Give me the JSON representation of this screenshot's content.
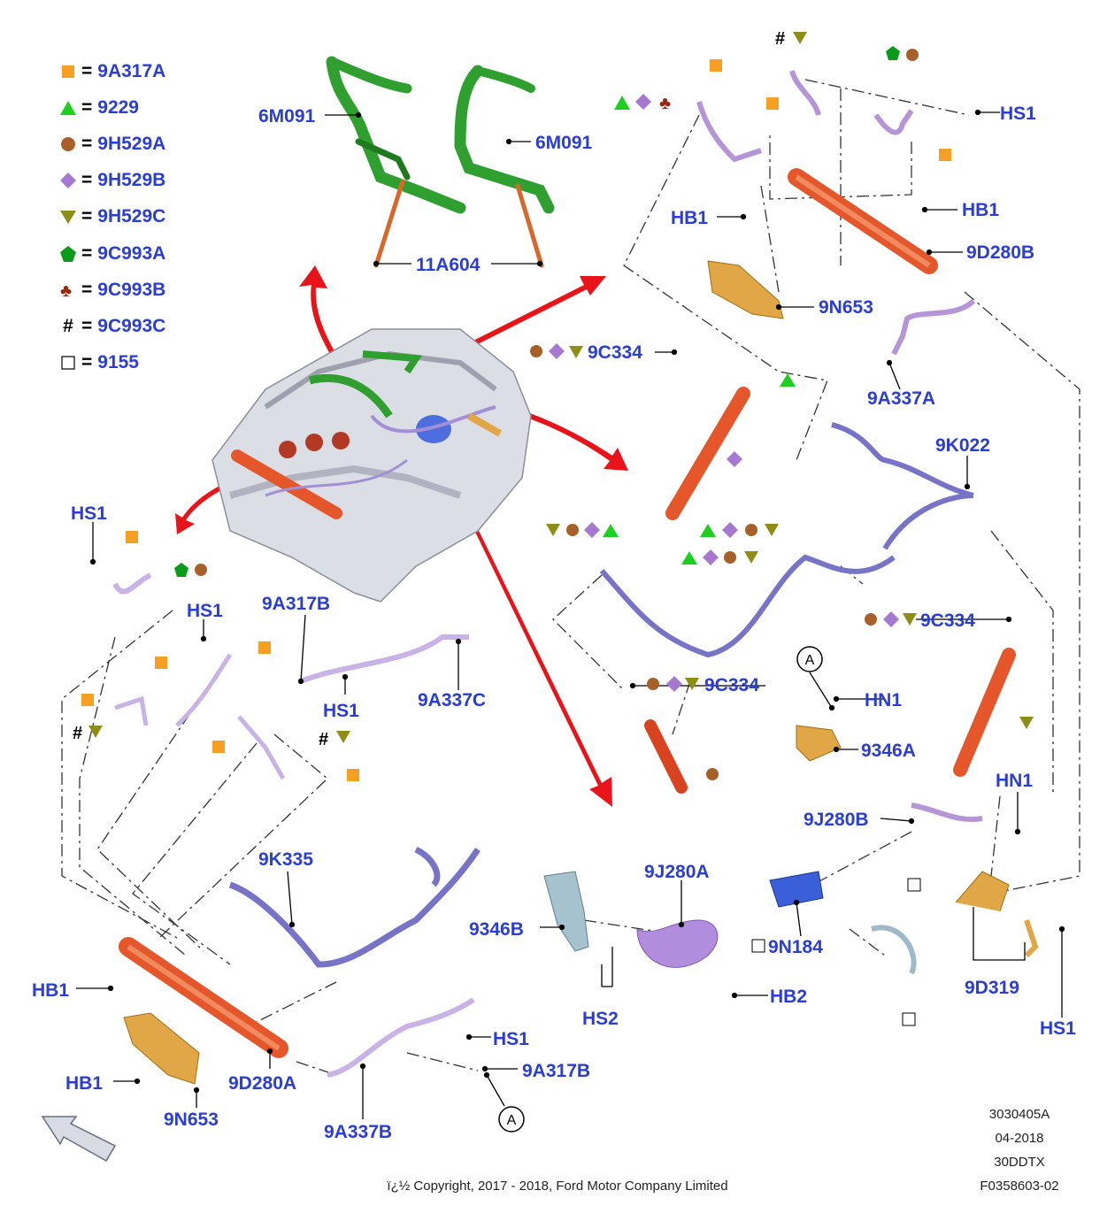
{
  "legend": [
    {
      "symbol": "square-orange",
      "code": "9A317A"
    },
    {
      "symbol": "triangle-green",
      "code": "9229"
    },
    {
      "symbol": "circle-brown",
      "code": "9H529A"
    },
    {
      "symbol": "diamond-purple",
      "code": "9H529B"
    },
    {
      "symbol": "triangle-down-olive",
      "code": "9H529C"
    },
    {
      "symbol": "pentagon-green",
      "code": "9C993A"
    },
    {
      "symbol": "club-red",
      "code": "9C993B"
    },
    {
      "symbol": "hash-black",
      "code": "9C993C",
      "glyph": "#"
    },
    {
      "symbol": "square-outline",
      "code": "9155"
    }
  ],
  "legend_eq": "=",
  "labels": {
    "l6m091a": "6M091",
    "l6m091b": "6M091",
    "l11a604": "11A604",
    "hs1_top": "HS1",
    "hb1_tl": "HB1",
    "hb1_tr": "HB1",
    "l9d280b": "9D280B",
    "l9n653_top": "9N653",
    "l9a337a": "9A337A",
    "l9c334_top": "9C334",
    "l9k022": "9K022",
    "l9c334_right": "9C334",
    "l9c334_mid": "9C334",
    "la_mid": "A",
    "hn1_mid": "HN1",
    "l9346a": "9346A",
    "hs1_left": "HS1",
    "hs1_left2": "HS1",
    "l9a317b_top": "9A317B",
    "hs1_left3": "HS1",
    "l9a337c": "9A337C",
    "hash_left": "#",
    "hash_mid": "#",
    "hash_top": "#",
    "l9k335": "9K335",
    "hb1_bl": "HB1",
    "hb1_bl2": "HB1",
    "l9n653_bot": "9N653",
    "l9d280a": "9D280A",
    "l9a337b": "9A337B",
    "hs1_bot": "HS1",
    "l9a317b_bot": "9A317B",
    "la_bot": "A",
    "l9346b": "9346B",
    "hs2": "HS2",
    "l9j280a": "9J280A",
    "hb2": "HB2",
    "l9n184": "9N184",
    "l9j280b": "9J280B",
    "hn1_right": "HN1",
    "l9d319": "9D319",
    "hs1_right": "HS1"
  },
  "footer": {
    "doc_id": "3030405A",
    "date": "04-2018",
    "engine": "30DDTX",
    "figure": "F0358603-02",
    "copyright": "ï¿½ Copyright, 2017 - 2018, Ford Motor Company Limited"
  },
  "colors": {
    "label": "#2a3dd6",
    "square_orange": "#f5a023",
    "triangle_green": "#1ed01e",
    "circle_brown": "#a8602a",
    "diamond_purple": "#a678cf",
    "triangle_down_olive": "#8e8e14",
    "pentagon_green": "#0c9a1a",
    "club_red": "#9b2412",
    "arrow_red": "#e8141a",
    "pipe_purple": "#b595d8",
    "hose_blue": "#7774c8",
    "hose_green": "#2fa02f",
    "injector_orange": "#e5562b",
    "bracket_gold": "#e1a645",
    "clip_cyan": "#22c6c8"
  }
}
